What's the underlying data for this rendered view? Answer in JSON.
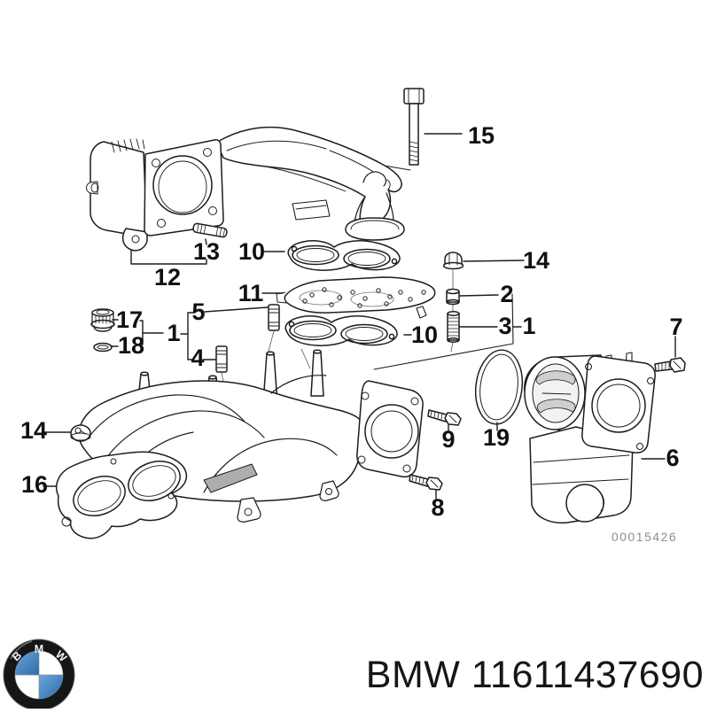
{
  "diagram": {
    "drawing_number": "00015426",
    "callouts": [
      {
        "id": "15",
        "label": "15"
      },
      {
        "id": "13",
        "label": "13"
      },
      {
        "id": "12",
        "label": "12"
      },
      {
        "id": "10-upper",
        "label": "10"
      },
      {
        "id": "11",
        "label": "11"
      },
      {
        "id": "17",
        "label": "17"
      },
      {
        "id": "18",
        "label": "18"
      },
      {
        "id": "1-left",
        "label": "1"
      },
      {
        "id": "5",
        "label": "5"
      },
      {
        "id": "4",
        "label": "4"
      },
      {
        "id": "14-top",
        "label": "14"
      },
      {
        "id": "2",
        "label": "2"
      },
      {
        "id": "3",
        "label": "3"
      },
      {
        "id": "1-right",
        "label": "1"
      },
      {
        "id": "10-lower",
        "label": "10"
      },
      {
        "id": "7",
        "label": "7"
      },
      {
        "id": "19",
        "label": "19"
      },
      {
        "id": "6",
        "label": "6"
      },
      {
        "id": "9",
        "label": "9"
      },
      {
        "id": "8",
        "label": "8"
      },
      {
        "id": "14-left",
        "label": "14"
      },
      {
        "id": "16",
        "label": "16"
      }
    ]
  },
  "footer": {
    "brand_part_number": "BMW 11611437690"
  },
  "logo": {
    "letters": [
      "B",
      "M",
      "W"
    ],
    "colors": {
      "roundel_blue": "#3d7fc1",
      "roundel_black": "#141618"
    }
  },
  "colors": {
    "line": "#1d1d1d",
    "watermark_gray": "#8f8f8f",
    "background": "#ffffff"
  }
}
